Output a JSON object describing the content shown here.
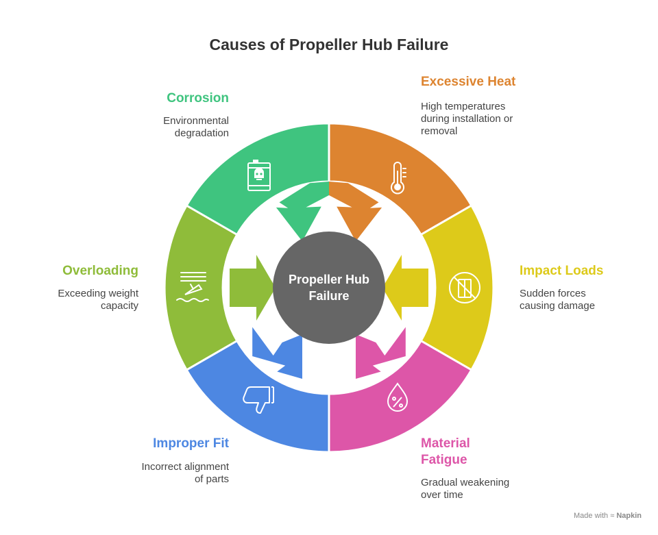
{
  "title": "Causes of Propeller Hub Failure",
  "center": {
    "line1": "Propeller Hub",
    "line2": "Failure",
    "color": "#666666"
  },
  "causes": [
    {
      "id": "excessive-heat",
      "title": "Excessive Heat",
      "desc": [
        "High temperatures",
        "during installation or",
        "removal"
      ],
      "color": "#DD8430",
      "icon": "thermometer-icon"
    },
    {
      "id": "impact-loads",
      "title": "Impact Loads",
      "desc": [
        "Sudden forces",
        "causing damage"
      ],
      "color": "#DDCA1A",
      "icon": "no-impact-icon"
    },
    {
      "id": "material-fatigue",
      "title": "Material Fatigue",
      "title_lines": [
        "Material",
        "Fatigue"
      ],
      "desc": [
        "Gradual weakening",
        "over time"
      ],
      "color": "#DD56A8",
      "icon": "percent-drop-icon"
    },
    {
      "id": "improper-fit",
      "title": "Improper Fit",
      "desc": [
        "Incorrect alignment",
        "of parts"
      ],
      "color": "#4D87E2",
      "icon": "thumbs-down-icon"
    },
    {
      "id": "overloading",
      "title": "Overloading",
      "desc": [
        "Exceeding weight",
        "capacity"
      ],
      "color": "#8FBC3A",
      "icon": "sinking-ship-icon"
    },
    {
      "id": "corrosion",
      "title": "Corrosion",
      "desc": [
        "Environmental",
        "degradation"
      ],
      "color": "#3FC47F",
      "icon": "toxic-barrel-icon"
    }
  ],
  "footer": {
    "prefix": "Made with",
    "brand": "Napkin"
  }
}
